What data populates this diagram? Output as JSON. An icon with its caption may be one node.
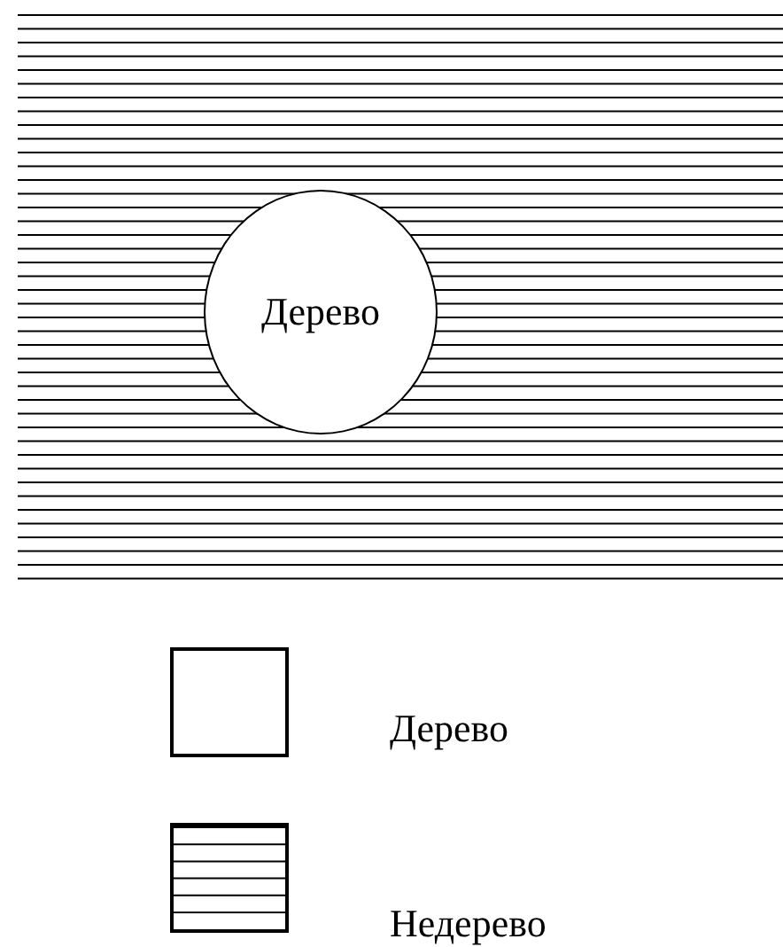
{
  "diagram": {
    "nodes": [
      {
        "text": [],
        "shape": "box"
      },
      {
        "text": [
          "Дерево"
        ],
        "in": 0
      }
    ],
    "legend": [
      {
        "text": "Дерево"
      },
      {
        "text": "Недерево"
      }
    ]
  }
}
